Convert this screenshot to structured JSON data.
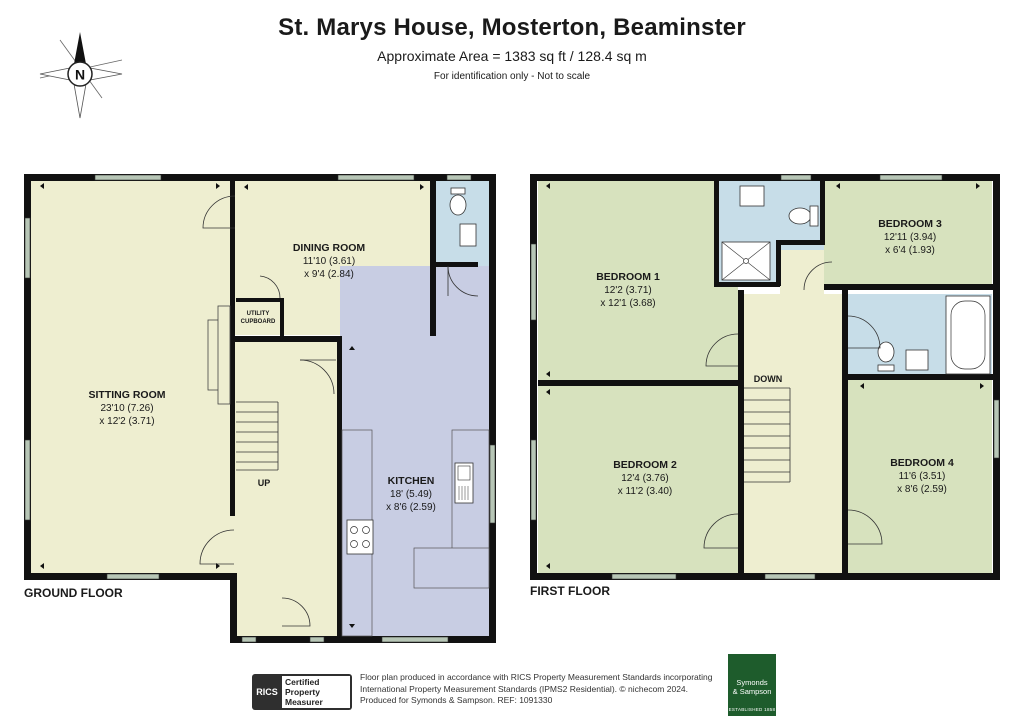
{
  "header": {
    "title": "St. Marys House, Mosterton, Beaminster",
    "area": "Approximate Area = 1383 sq ft / 128.4 sq m",
    "note": "For identification only - Not to scale"
  },
  "compass": {
    "letter": "N"
  },
  "ground_floor": {
    "label": "GROUND FLOOR",
    "rooms": [
      {
        "name": "SITTING ROOM",
        "dim1": "23'10 (7.26)",
        "dim2": "x 12'2 (3.71)"
      },
      {
        "name": "DINING ROOM",
        "dim1": "11'10 (3.61)",
        "dim2": "x 9'4 (2.84)"
      },
      {
        "name": "KITCHEN",
        "dim1": "18' (5.49)",
        "dim2": "x 8'6 (2.59)"
      }
    ],
    "utility": {
      "line1": "UTILITY",
      "line2": "CUPBOARD"
    },
    "stairs": "UP"
  },
  "first_floor": {
    "label": "FIRST FLOOR",
    "rooms": [
      {
        "name": "BEDROOM 1",
        "dim1": "12'2 (3.71)",
        "dim2": "x 12'1 (3.68)"
      },
      {
        "name": "BEDROOM 2",
        "dim1": "12'4 (3.76)",
        "dim2": "x 11'2 (3.40)"
      },
      {
        "name": "BEDROOM 3",
        "dim1": "12'11 (3.94)",
        "dim2": "x 6'4 (1.93)"
      },
      {
        "name": "BEDROOM 4",
        "dim1": "11'6 (3.51)",
        "dim2": "x 8'6 (2.59)"
      }
    ],
    "stairs": "DOWN"
  },
  "footer": {
    "rics_mark": "RICS",
    "rics_line1": "Certified",
    "rics_line2": "Property",
    "rics_line3": "Measurer",
    "text_line1": "Floor plan produced in accordance with RICS Property Measurement Standards incorporating",
    "text_line2": "International Property Measurement Standards (IPMS2 Residential).  © nichecom 2024.",
    "text_line3": "Produced for Symonds & Sampson.   REF:  1091330",
    "brand_line1": "Symonds",
    "brand_line2": "& Sampson",
    "brand_est": "ESTABLISHED 1858"
  },
  "colors": {
    "wall": "#111111",
    "yellow": "#eeeed0",
    "lilac": "#c8cde3",
    "green": "#d7e2be",
    "blue": "#c7dde8",
    "window": "#b7c6b6",
    "brand": "#1e5c2c"
  }
}
